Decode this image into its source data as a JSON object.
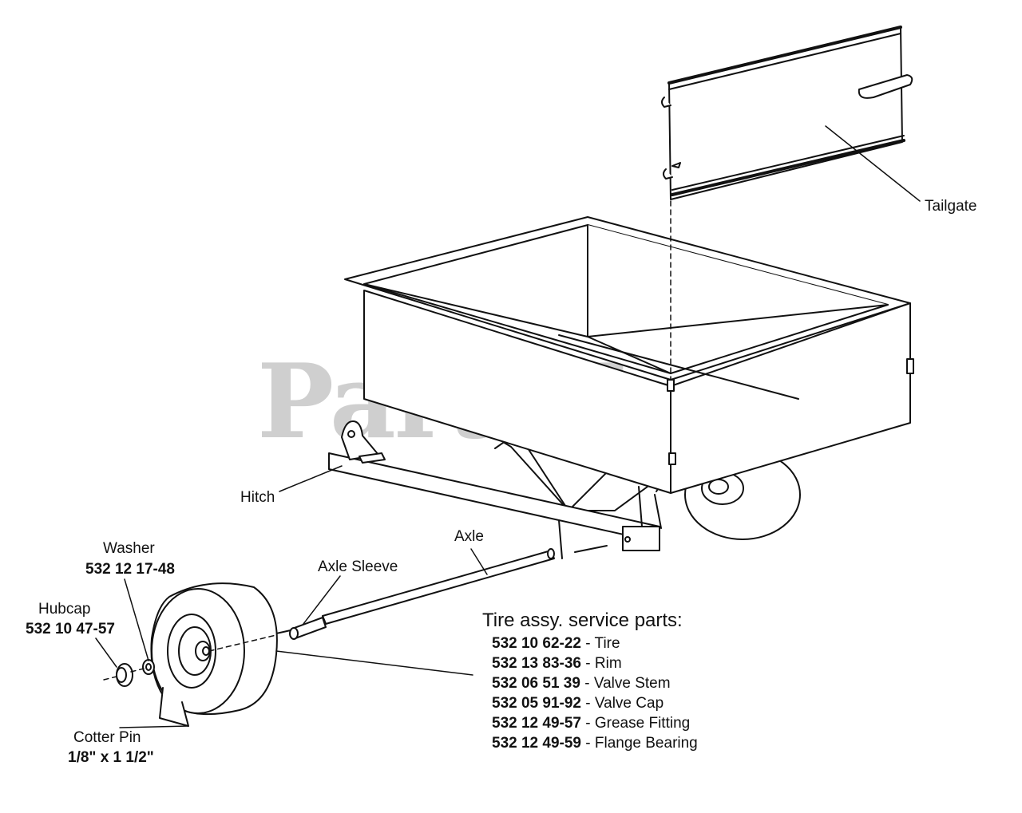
{
  "watermark": {
    "text": "PartsTree",
    "tm": "™"
  },
  "labels": {
    "tailgate": "Tailgate",
    "hitch": "Hitch",
    "axle": "Axle",
    "axle_sleeve": "Axle Sleeve",
    "washer": "Washer",
    "washer_num": "532 12 17-48",
    "hubcap": "Hubcap",
    "hubcap_num": "532 10 47-57",
    "cotter_pin": "Cotter Pin",
    "cotter_pin_size": "1/8\" x 1 1/2\""
  },
  "service_parts": {
    "title": "Tire assy. service parts:",
    "items": [
      {
        "number": "532 10 62-22",
        "name": " - Tire"
      },
      {
        "number": "532 13 83-36",
        "name": " - Rim"
      },
      {
        "number": "532 06 51 39",
        "name": " - Valve Stem"
      },
      {
        "number": "532 05 91-92",
        "name": " - Valve Cap"
      },
      {
        "number": "532 12 49-57",
        "name": " - Grease Fitting"
      },
      {
        "number": "532 12 49-59",
        "name": " - Flange Bearing"
      }
    ]
  }
}
